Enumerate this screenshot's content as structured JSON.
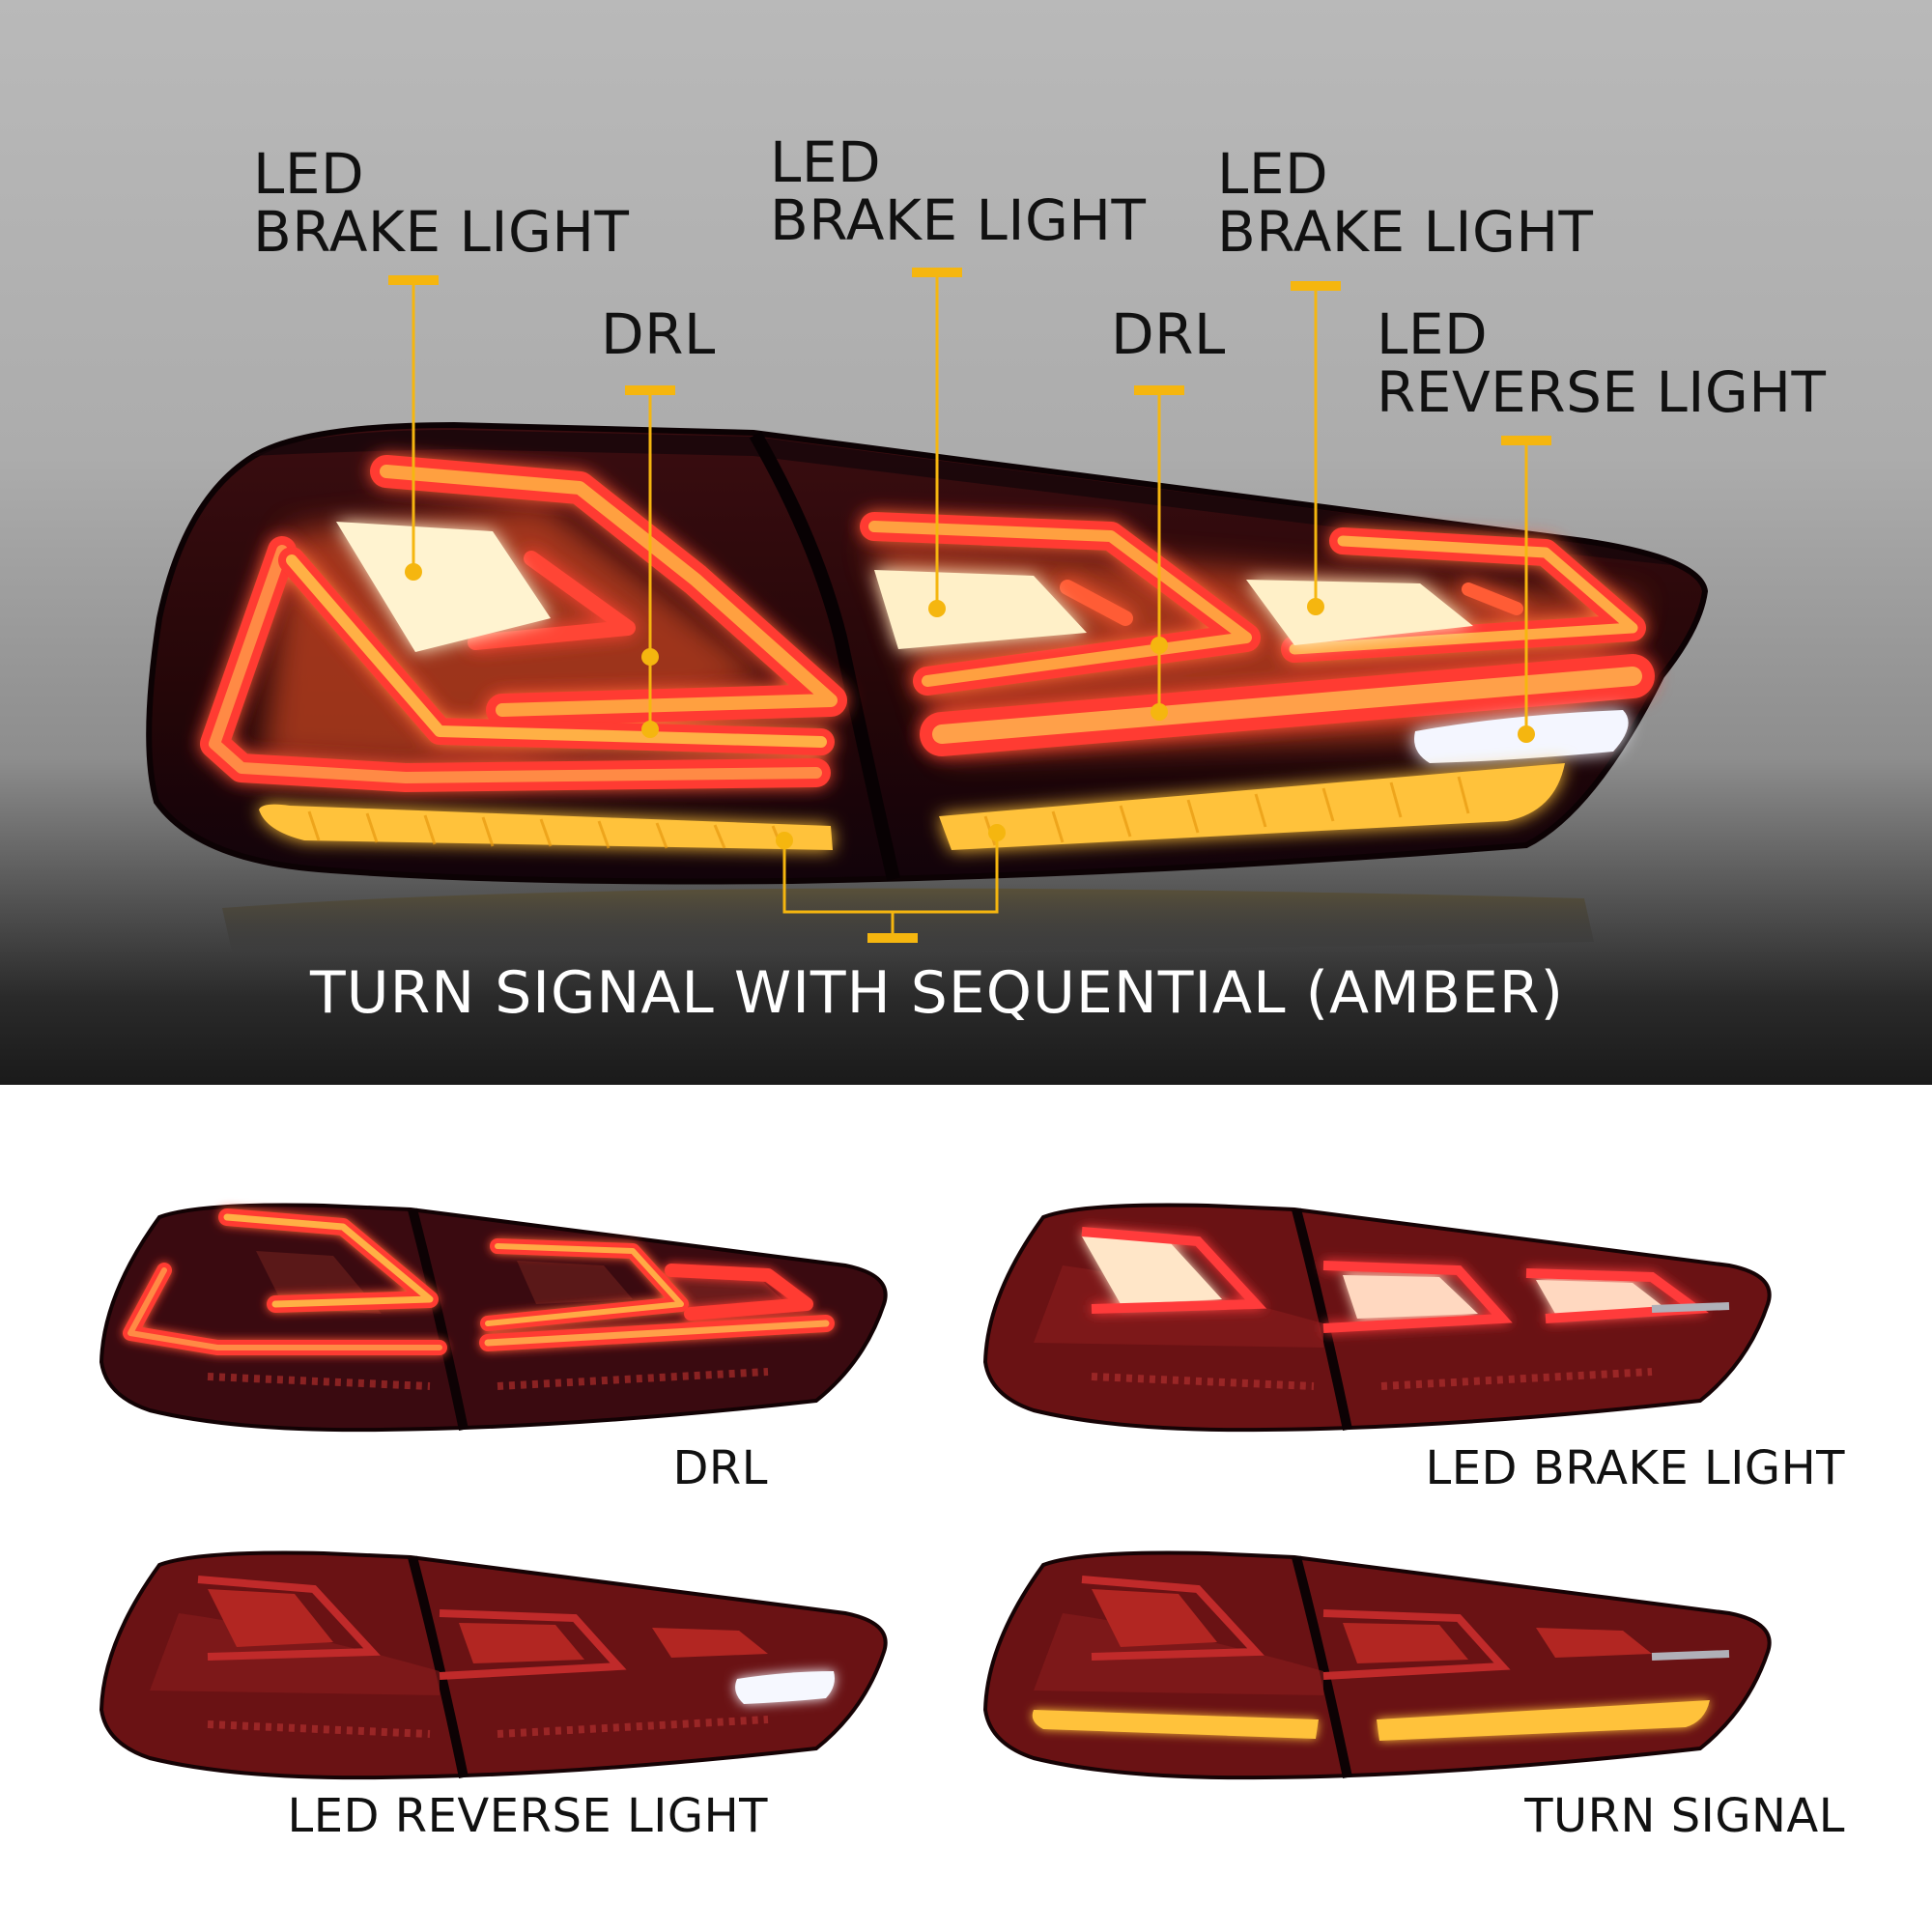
{
  "hero": {
    "callouts": {
      "brake_left": [
        "LED",
        "BRAKE LIGHT"
      ],
      "brake_center": [
        "LED",
        "BRAKE LIGHT"
      ],
      "brake_right": [
        "LED",
        "BRAKE LIGHT"
      ],
      "drl_left": "DRL",
      "drl_right": "DRL",
      "reverse": [
        "LED",
        "REVERSE LIGHT"
      ]
    },
    "turn_signal_caption": "TURN SIGNAL WITH SEQUENTIAL (AMBER)"
  },
  "panels": {
    "drl": "DRL",
    "brake": "LED BRAKE LIGHT",
    "reverse": "LED REVERSE LIGHT",
    "turn": "TURN SIGNAL"
  },
  "colors": {
    "callout_accent": "#f5b60f",
    "lamp_red": "#ff4a3a",
    "lamp_amber": "#ffb52e",
    "housing": "#2c0a0c"
  }
}
